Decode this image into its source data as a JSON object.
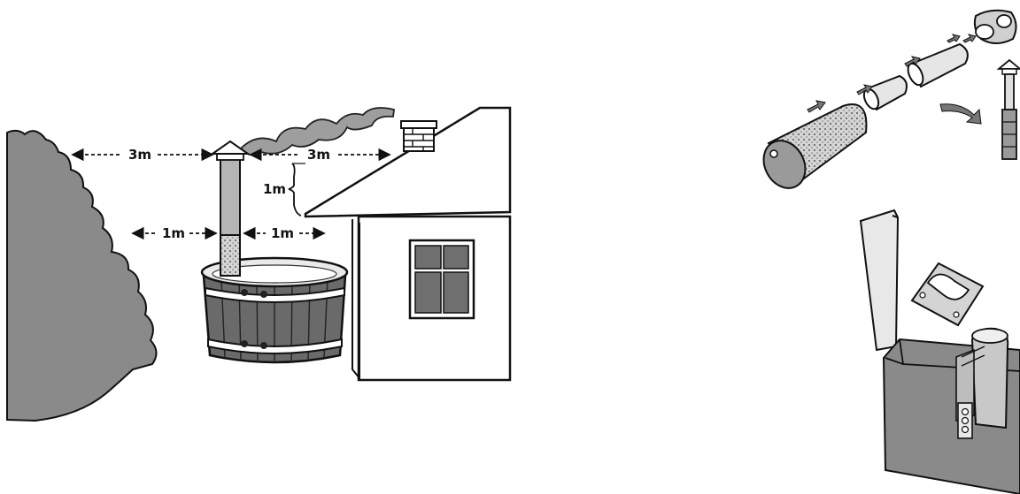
{
  "scene": {
    "measurements": {
      "bush_to_chimney": "3m",
      "chimney_to_house": "3m",
      "bush_to_tub": "1m",
      "tub_to_house": "1m",
      "chimney_above_roof": "1m"
    }
  },
  "colors": {
    "ink": "#111111",
    "bush": "#8a8a8a",
    "wood": "#6a6a6a",
    "metal": "#b5b5b5",
    "window": "#6f6f6f",
    "background": "#ffffff"
  }
}
